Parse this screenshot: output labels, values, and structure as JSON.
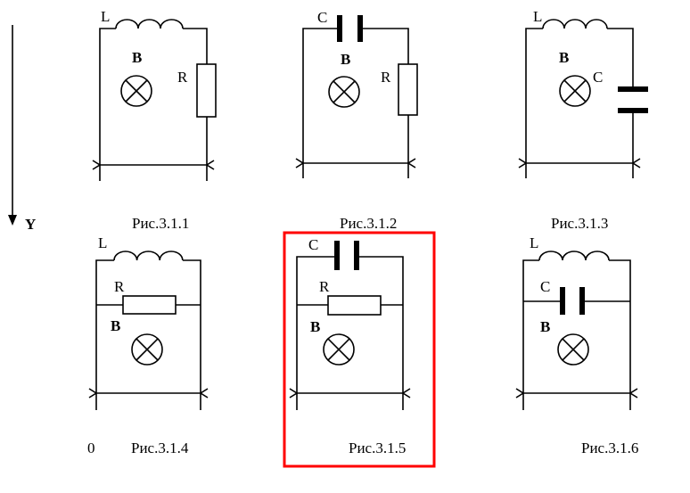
{
  "axis": {
    "label": "Y",
    "origin_label": "0"
  },
  "highlight_color": "#ff0000",
  "figures": [
    {
      "caption": "Рис.3.1.1",
      "labels": {
        "L": "L",
        "R": "R",
        "B": "B"
      }
    },
    {
      "caption": "Рис.3.1.2",
      "labels": {
        "C": "C",
        "R": "R",
        "B": "B"
      }
    },
    {
      "caption": "Рис.3.1.3",
      "labels": {
        "L": "L",
        "C": "C",
        "B": "B"
      }
    },
    {
      "caption": "Рис.3.1.4",
      "labels": {
        "L": "L",
        "R": "R",
        "B": "B"
      }
    },
    {
      "caption": "Рис.3.1.5",
      "labels": {
        "C": "C",
        "R": "R",
        "B": "B"
      },
      "highlighted": true
    },
    {
      "caption": "Рис.3.1.6",
      "labels": {
        "L": "L",
        "C": "C",
        "B": "B"
      }
    }
  ]
}
